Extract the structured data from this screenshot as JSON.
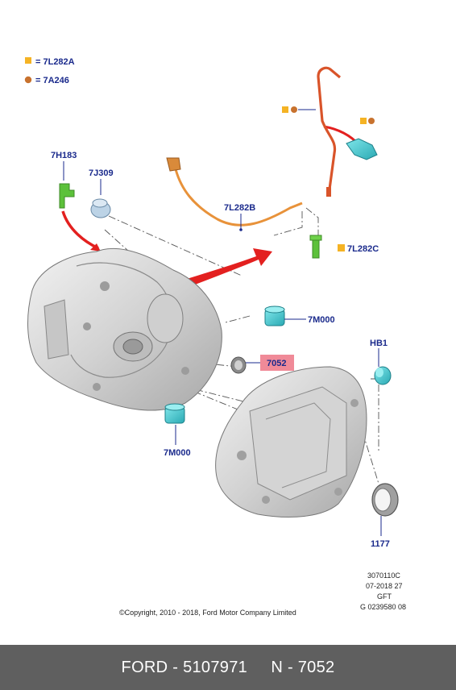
{
  "legend": [
    {
      "symbol": "square",
      "label": "= 7L282A",
      "color": "#f5b324"
    },
    {
      "symbol": "circle",
      "label": "= 7A246",
      "color": "#c8722e"
    }
  ],
  "callouts": {
    "c_7h183": "7H183",
    "c_7j309": "7J309",
    "c_7l282b": "7L282B",
    "c_7l282c": "7L282C",
    "c_7m000_right": "7M000",
    "c_7052": "7052",
    "c_hb1": "HB1",
    "c_7m000_bottom": "7M000",
    "c_1177": "1177"
  },
  "highlight_color": "#f08a98",
  "meta": {
    "line1": "3070110C",
    "line2": "07-2018 27",
    "line3": "GFT",
    "line4": "G 0239580 08"
  },
  "copyright": "©Copyright, 2010 - 2018, Ford Motor Company Limited",
  "footer": {
    "brand_part": "FORD - 5107971",
    "ref": "N - 7052"
  }
}
